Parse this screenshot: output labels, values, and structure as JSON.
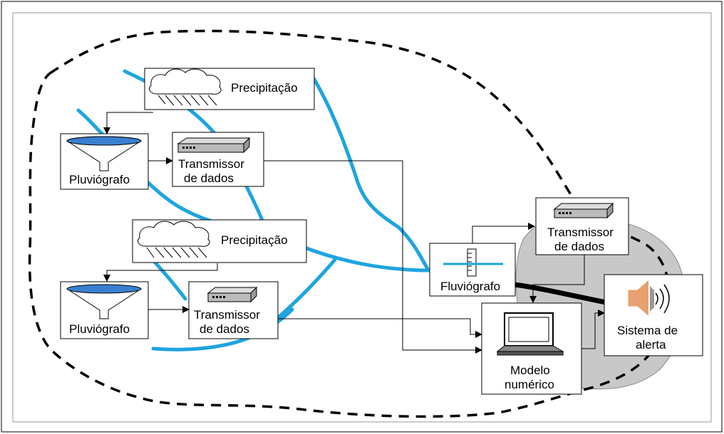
{
  "labels": {
    "precip_1": "Precipitação",
    "precip_2": "Precipitação",
    "pluvio_1": "Pluviógrafo",
    "pluvio_2": "Pluviógrafo",
    "trans_1_line1": "Transmissor",
    "trans_1_line2": "de dados",
    "trans_2_line1": "Transmissor",
    "trans_2_line2": "de dados",
    "trans_3_line1": "Transmissor",
    "trans_3_line2": "de dados",
    "fluvio": "Fluviógrafo",
    "modelo_line1": "Modelo",
    "modelo_line2": "numérico",
    "alerta_line1": "Sistema de",
    "alerta_line2": "alerta"
  },
  "colors": {
    "river": "#1ea4e0",
    "basin_fill": "#c8c8c8",
    "box_border": "#000000",
    "funnel_top": "#3a7fd0",
    "speaker": "#e8a070"
  }
}
